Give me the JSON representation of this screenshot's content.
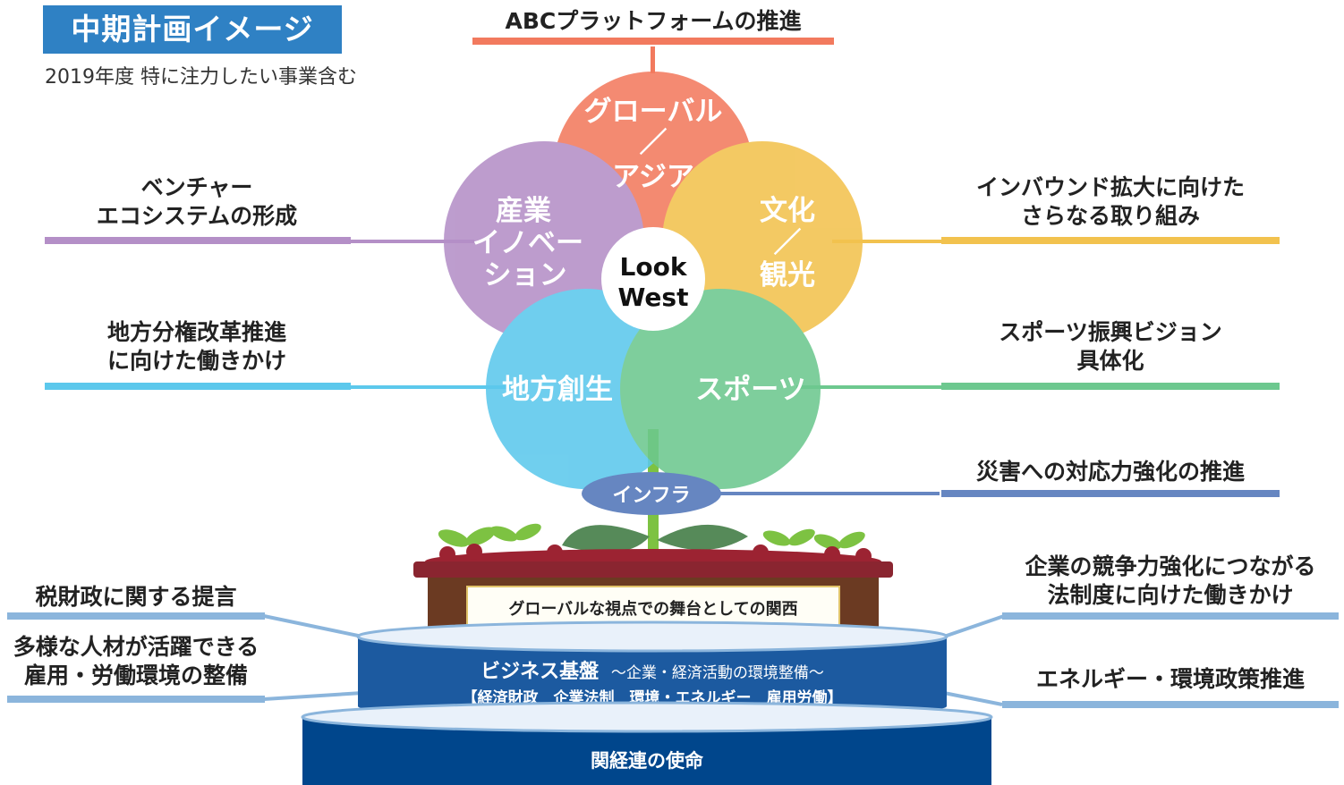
{
  "title": "中期計画イメージ",
  "subtitle": "2019年度 特に注力したい事業含む",
  "top_label": "ABCプラットフォームの推進",
  "colors": {
    "badge": "#2f81c4",
    "global": "#f27a5e",
    "industry": "#b48fc7",
    "culture": "#f2c24e",
    "regional": "#5cc8ec",
    "sports": "#6dc88f",
    "infra": "#6686c1",
    "business_base": "#1c5aa0",
    "foundation": "#00468c",
    "bar_lightblue": "#8bb5dc",
    "pot": "#6b3a22",
    "leaf": "#7dc242"
  },
  "petals": {
    "global": [
      "グローバル",
      "／",
      "アジア"
    ],
    "industry": [
      "産業",
      "イノベー",
      "ション"
    ],
    "culture": [
      "文化",
      "／",
      "観光"
    ],
    "regional": [
      "地方創生"
    ],
    "sports": [
      "スポーツ"
    ]
  },
  "center": [
    "Look",
    "West"
  ],
  "infra": "インフラ",
  "pot_sign": "グローバルな視点での舞台としての関西",
  "business_base": {
    "title": "ビジネス基盤",
    "subtitle": "～企業・経済活動の環境整備～",
    "categories": "【経済財政　企業法制　環境・エネルギー　雇用労働】"
  },
  "foundation": "関経連の使命",
  "left_labels": {
    "venture": [
      "ベンチャー",
      "エコシステムの形成"
    ],
    "decentral": [
      "地方分権改革推進",
      "に向けた働きかけ"
    ],
    "tax": [
      "税財政に関する提言"
    ],
    "employment": [
      "多様な人材が活躍できる",
      "雇用・労働環境の整備"
    ]
  },
  "right_labels": {
    "inbound": [
      "インバウンド拡大に向けた",
      "さらなる取り組み"
    ],
    "sports_vision": [
      "スポーツ振興ビジョン",
      "具体化"
    ],
    "disaster": [
      "災害への対応力強化の推進"
    ],
    "competitiveness": [
      "企業の競争力強化につながる",
      "法制度に向けた働きかけ"
    ],
    "energy": [
      "エネルギー・環境政策推進"
    ]
  }
}
